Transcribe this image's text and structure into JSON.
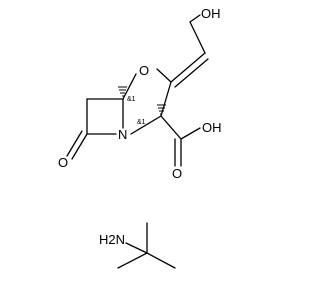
{
  "molecule": {
    "atoms": {
      "hydroxyl": "OH",
      "ring_oxygen": "O",
      "ring_nitrogen": "N",
      "carbonyl_oxygen": "O",
      "acid_hydroxyl": "OH",
      "acid_carbonyl_oxygen": "O",
      "amine": "H2N"
    },
    "stereo_labels": {
      "c5": "&1",
      "c2": "&1"
    }
  }
}
